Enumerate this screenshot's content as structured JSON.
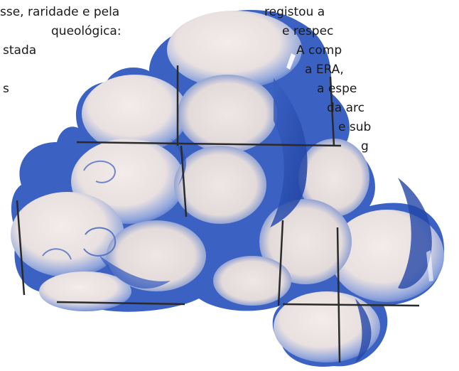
{
  "left_text": {
    "lines": [
      "sse, raridade e pela",
      "queológica:",
      "stada",
      "",
      "s"
    ]
  },
  "right_text": {
    "lines": [
      "registou a",
      "e respec",
      "A comp",
      "a ERA,",
      "a espe",
      "da arc",
      "e sub",
      "g"
    ]
  },
  "colors": {
    "glaze_white": "#efe7e6",
    "cobalt_blue": "#2a53b8",
    "pale_blue": "#9fb2e0",
    "grout": "#2a2a2a"
  },
  "artwork": {
    "subject": "tile-panel-fragment-clouds"
  }
}
